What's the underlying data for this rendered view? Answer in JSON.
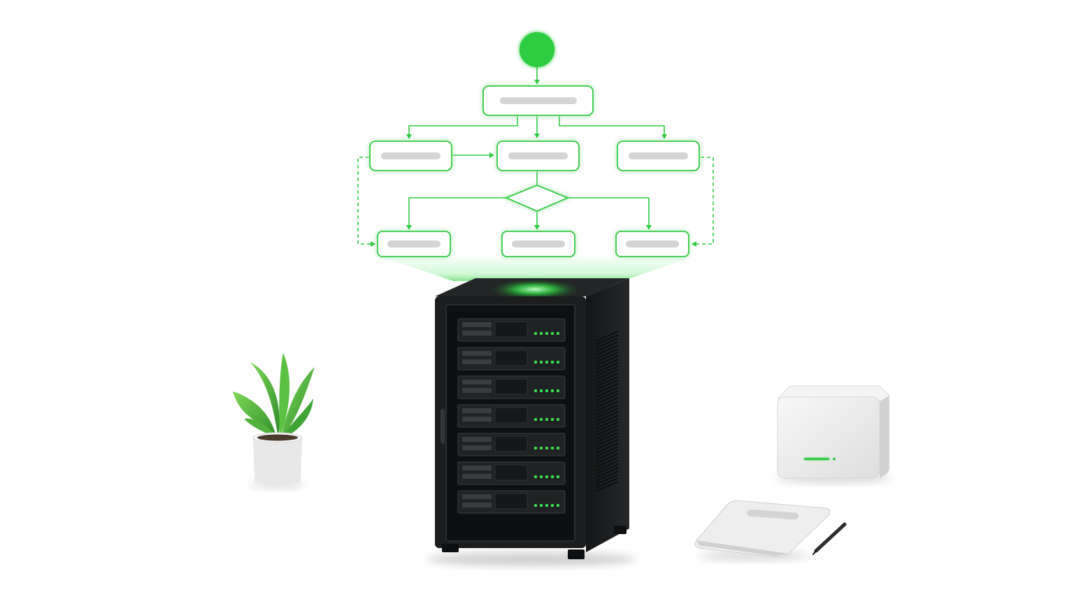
{
  "palette": {
    "accent": "#2ecc40",
    "accent_glow": "#5be36a",
    "node_fill": "#ffffff",
    "placeholder_bar": "#d4d4d4",
    "rack_body": "#1b1d1e",
    "rack_dark": "#0e0f10",
    "led": "#39e04c",
    "device_fill": "#eeeeee"
  },
  "flowchart": {
    "start_node": {
      "shape": "circle",
      "label": ""
    },
    "process_nodes": [
      {
        "id": "process-1",
        "label": ""
      },
      {
        "id": "process-2a",
        "label": ""
      },
      {
        "id": "process-2b",
        "label": ""
      },
      {
        "id": "process-2c",
        "label": ""
      },
      {
        "id": "process-3a",
        "label": ""
      },
      {
        "id": "process-3b",
        "label": ""
      },
      {
        "id": "process-3c",
        "label": ""
      }
    ],
    "decision_node": {
      "shape": "diamond",
      "label": ""
    },
    "connector_icons": [
      "arrow-icon",
      "dashed-arrow-icon"
    ]
  },
  "scene": {
    "rack_units": 7,
    "leds_per_unit": 5,
    "objects": [
      "server-rack-icon",
      "potted-plant-icon",
      "router-box-icon",
      "tablet-icon",
      "stylus-icon"
    ]
  }
}
